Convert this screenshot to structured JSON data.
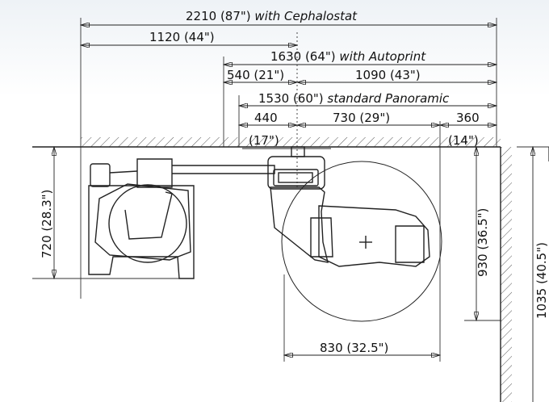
{
  "dimensions": {
    "total_ceph_value": "2210 (87\")",
    "total_ceph_suffix": "with Cephalostat",
    "ceph_arm": "1120 (44\")",
    "autoprint_value": "1630 (64\")",
    "autoprint_suffix": "with Autoprint",
    "autoprint_left": "540 (21\")",
    "autoprint_right": "1090 (43\")",
    "pano_value": "1530 (60\")",
    "pano_suffix": "standard Panoramic",
    "pano_left": "440",
    "pano_left_inch": "(17\")",
    "pano_mid": "730 (29\")",
    "pano_right": "360",
    "pano_right_inch": "(14\")",
    "ceph_depth": "720 (28.3\")",
    "unit_depth": "930 (36.5\")",
    "room_depth": "1035 (40.5\")",
    "circle_width": "830 (32.5\")"
  }
}
